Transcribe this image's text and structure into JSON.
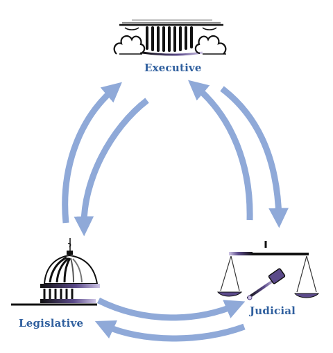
{
  "branches": {
    "executive": {
      "label": "Executive",
      "icon": "white-house-icon"
    },
    "legislative": {
      "label": "Legislative",
      "icon": "capitol-dome-icon"
    },
    "judicial": {
      "label": "Judicial",
      "icon": "scales-of-justice-icon"
    }
  },
  "colors": {
    "arrow": "#8fa9d8",
    "label": "#2f5f9e",
    "ink": "#111111",
    "accent": "#5b4a8a"
  }
}
